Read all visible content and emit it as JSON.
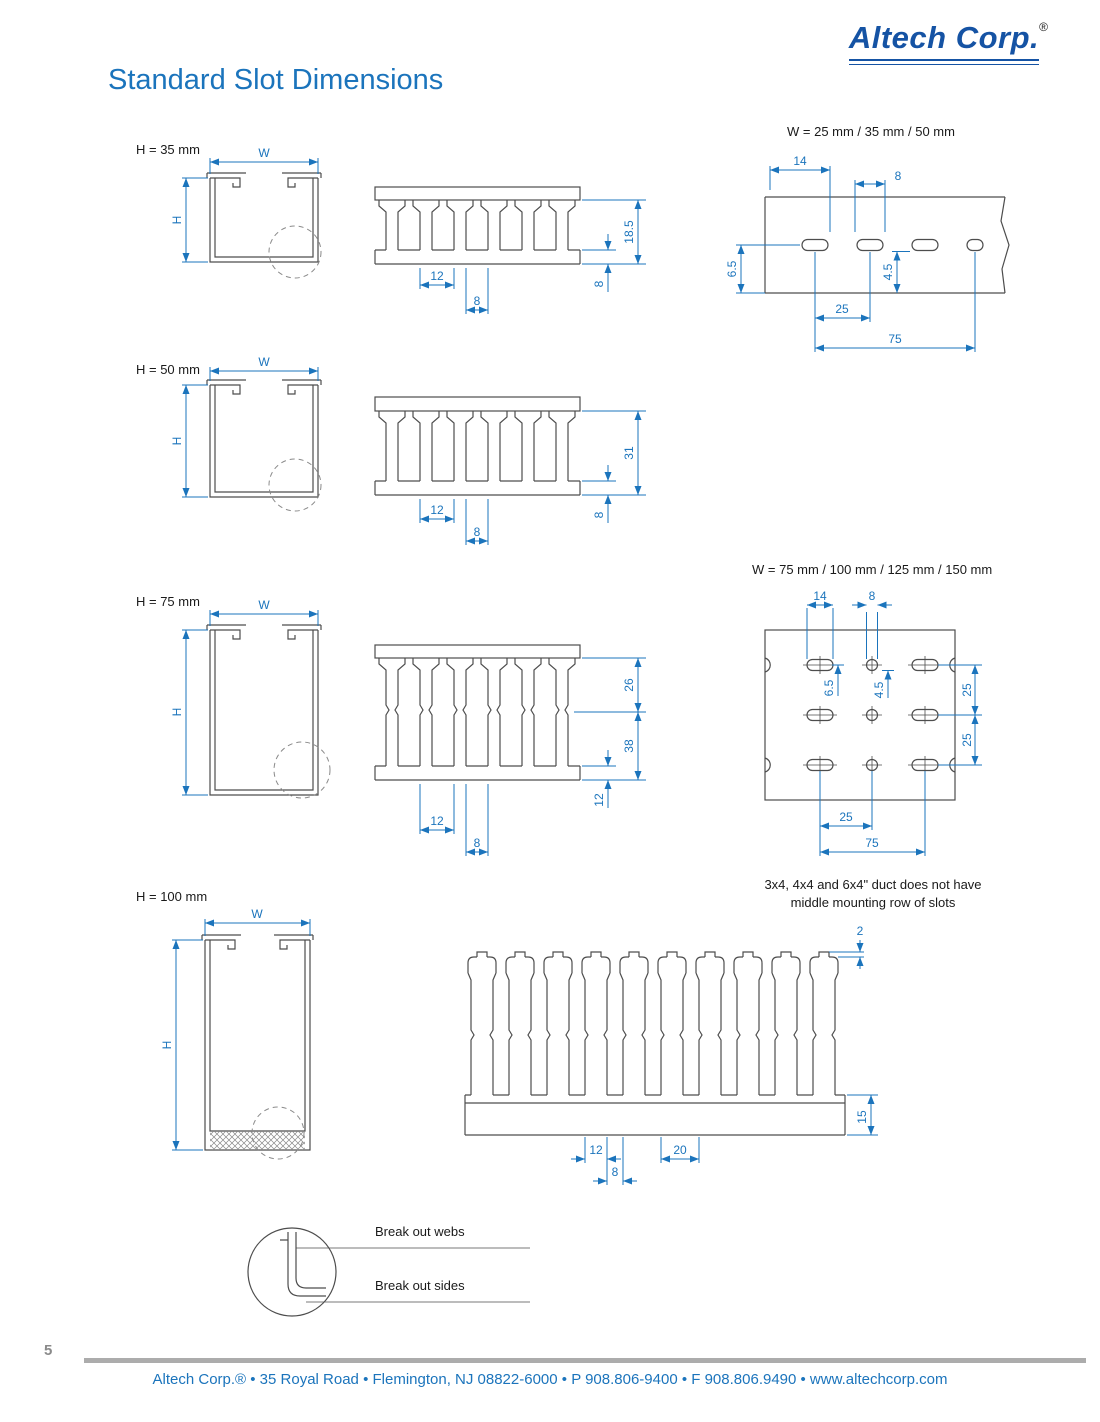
{
  "colors": {
    "brand_blue": "#1553a4",
    "accent_blue": "#1b74bc",
    "drawing_gray": "#4d4d4d"
  },
  "header": {
    "logo_text": "Altech Corp.",
    "registered_mark": "®",
    "page_title": "Standard Slot Dimensions"
  },
  "sections": {
    "h35": {
      "label": "H = 35 mm",
      "width_letter": "W",
      "height_letter": "H",
      "slot_depth": "18.5",
      "base_height": "8",
      "slot_pitch": "12",
      "slot_width": "8"
    },
    "h50": {
      "label": "H = 50 mm",
      "width_letter": "W",
      "height_letter": "H",
      "slot_depth": "31",
      "base_height": "8",
      "slot_pitch": "12",
      "slot_width": "8"
    },
    "h75": {
      "label": "H = 75 mm",
      "width_letter": "W",
      "height_letter": "H",
      "upper_slot_depth": "26",
      "lower_slot_depth": "38",
      "base_height": "12",
      "slot_pitch": "12",
      "slot_width": "8"
    },
    "h100": {
      "label": "H = 100 mm",
      "width_letter": "W",
      "height_letter": "H",
      "cap_lip": "2",
      "base_height": "15",
      "web_width": "12",
      "slot_width": "8",
      "slot_pitch": "20"
    }
  },
  "mounting_rail": {
    "title": "W = 25 mm / 35 mm / 50 mm",
    "edge_offset": "14",
    "slot_length": "8",
    "bottom_offset": "6.5",
    "slot_offset": "4.5",
    "slot_spacing": "25",
    "pattern_length": "75"
  },
  "mounting_plate": {
    "title": "W = 75 mm / 100 mm / 125 mm / 150 mm",
    "edge_offset": "14",
    "slot_length": "8",
    "offset_a": "6.5",
    "offset_b": "4.5",
    "row_spacing_1": "25",
    "row_spacing_2": "25",
    "col_spacing": "25",
    "pattern_length": "75",
    "note_line1": "3x4, 4x4 and 6x4\" duct does not have",
    "note_line2": "middle mounting row of slots"
  },
  "breakout": {
    "webs_label": "Break out webs",
    "sides_label": "Break out sides"
  },
  "footer": {
    "page_number": "5",
    "contact_line": "Altech Corp.® • 35 Royal Road • Flemington, NJ 08822-6000 • P 908.806-9400 • F 908.806.9490 • www.altechcorp.com"
  }
}
